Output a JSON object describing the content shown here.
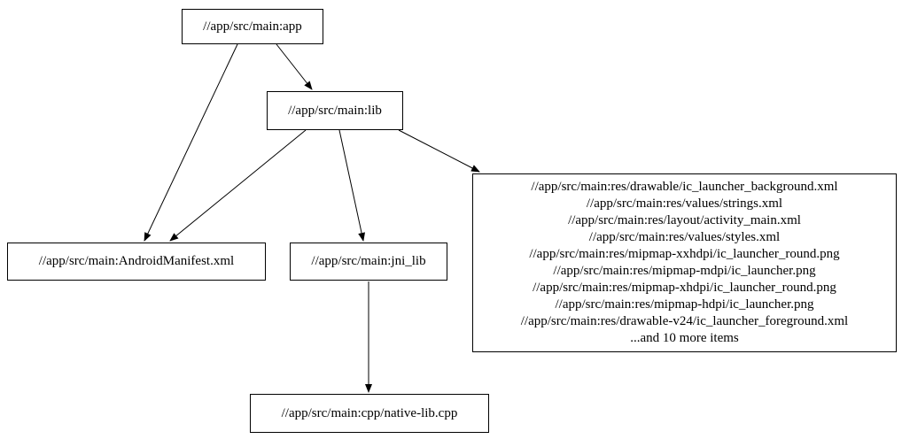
{
  "diagram": {
    "type": "dependency-graph",
    "nodes": [
      {
        "id": "app",
        "label": "//app/src/main:app"
      },
      {
        "id": "lib",
        "label": "//app/src/main:lib"
      },
      {
        "id": "manifest",
        "label": "//app/src/main:AndroidManifest.xml"
      },
      {
        "id": "jni_lib",
        "label": "//app/src/main:jni_lib"
      },
      {
        "id": "res",
        "lines": [
          "//app/src/main:res/drawable/ic_launcher_background.xml",
          "//app/src/main:res/values/strings.xml",
          "//app/src/main:res/layout/activity_main.xml",
          "//app/src/main:res/values/styles.xml",
          "//app/src/main:res/mipmap-xxhdpi/ic_launcher_round.png",
          "//app/src/main:res/mipmap-mdpi/ic_launcher.png",
          "//app/src/main:res/mipmap-xhdpi/ic_launcher_round.png",
          "//app/src/main:res/mipmap-hdpi/ic_launcher.png",
          "//app/src/main:res/drawable-v24/ic_launcher_foreground.xml",
          "...and 10 more items"
        ]
      },
      {
        "id": "cpp",
        "label": "//app/src/main:cpp/native-lib.cpp"
      }
    ],
    "edges": [
      {
        "from": "app",
        "to": "manifest"
      },
      {
        "from": "app",
        "to": "lib"
      },
      {
        "from": "lib",
        "to": "manifest"
      },
      {
        "from": "lib",
        "to": "jni_lib"
      },
      {
        "from": "lib",
        "to": "res"
      },
      {
        "from": "jni_lib",
        "to": "cpp"
      }
    ],
    "colors": {
      "node_border": "#000000",
      "node_fill": "#ffffff",
      "edge": "#000000",
      "background": "#ffffff"
    }
  }
}
